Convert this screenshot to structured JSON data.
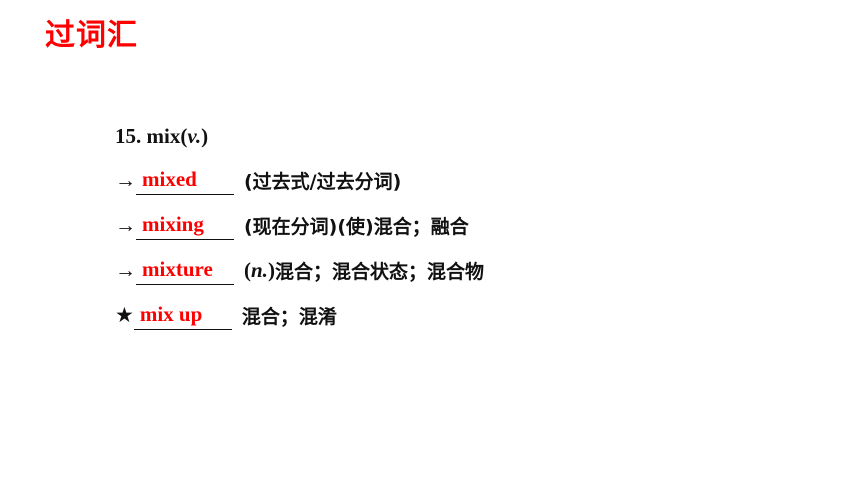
{
  "header": {
    "title": "过词汇"
  },
  "entry": {
    "number": "15.",
    "word": "mix",
    "pos_open": "(",
    "pos": "v.",
    "pos_close": ")"
  },
  "items": [
    {
      "marker": "→",
      "answer": "mixed",
      "note": "(过去式/过去分词)"
    },
    {
      "marker": "→",
      "answer": "mixing",
      "note": "(现在分词)(使)混合；融合"
    },
    {
      "marker": "→",
      "answer": "mixture",
      "pos_open": "(",
      "pos": "n.",
      "pos_close": ")",
      "note": "混合；混合状态；混合物"
    },
    {
      "marker": "★",
      "answer": "mix up",
      "note": "混合；混淆"
    }
  ],
  "colors": {
    "title": "#ff0000",
    "answer": "#ff0000",
    "text": "#111111",
    "background": "#ffffff"
  }
}
